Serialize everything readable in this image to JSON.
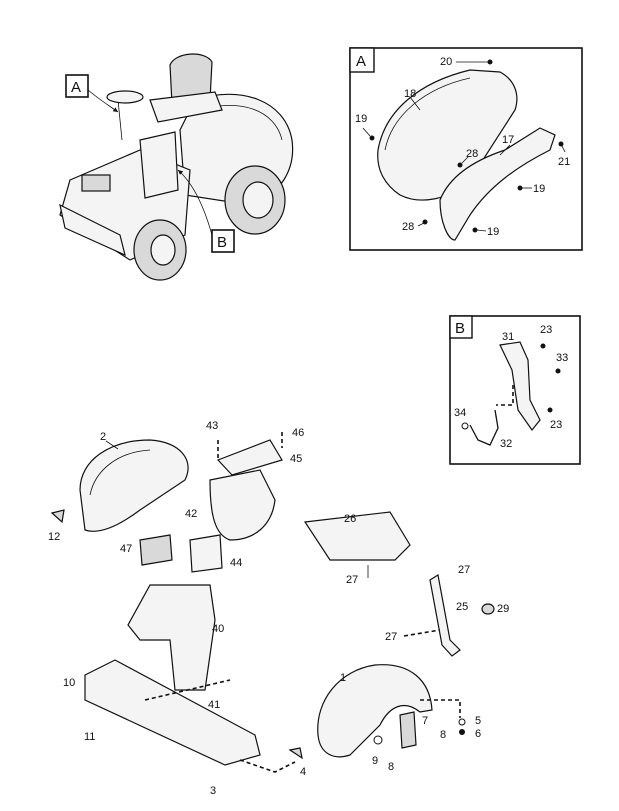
{
  "detail_boxes": {
    "A": {
      "letter": "A"
    },
    "B": {
      "letter": "B"
    }
  },
  "callouts_tractor": {
    "A": "A",
    "B": "B"
  },
  "parts": {
    "p1": "1",
    "p2": "2",
    "p3": "3",
    "p4": "4",
    "p5": "5",
    "p6": "6",
    "p7": "7",
    "p8a": "8",
    "p8b": "8",
    "p9": "9",
    "p10": "10",
    "p11": "11",
    "p12": "12",
    "p17": "17",
    "p18": "18",
    "p19a": "19",
    "p19b": "19",
    "p19c": "19",
    "p20": "20",
    "p21": "21",
    "p23a": "23",
    "p23b": "23",
    "p25": "25",
    "p26": "26",
    "p27a": "27",
    "p27b": "27",
    "p27c": "27",
    "p28a": "28",
    "p28b": "28",
    "p29": "29",
    "p31": "31",
    "p32": "32",
    "p33": "33",
    "p34": "34",
    "p40": "40",
    "p41": "41",
    "p42": "42",
    "p43": "43",
    "p44": "44",
    "p45": "45",
    "p46": "46",
    "p47": "47"
  }
}
